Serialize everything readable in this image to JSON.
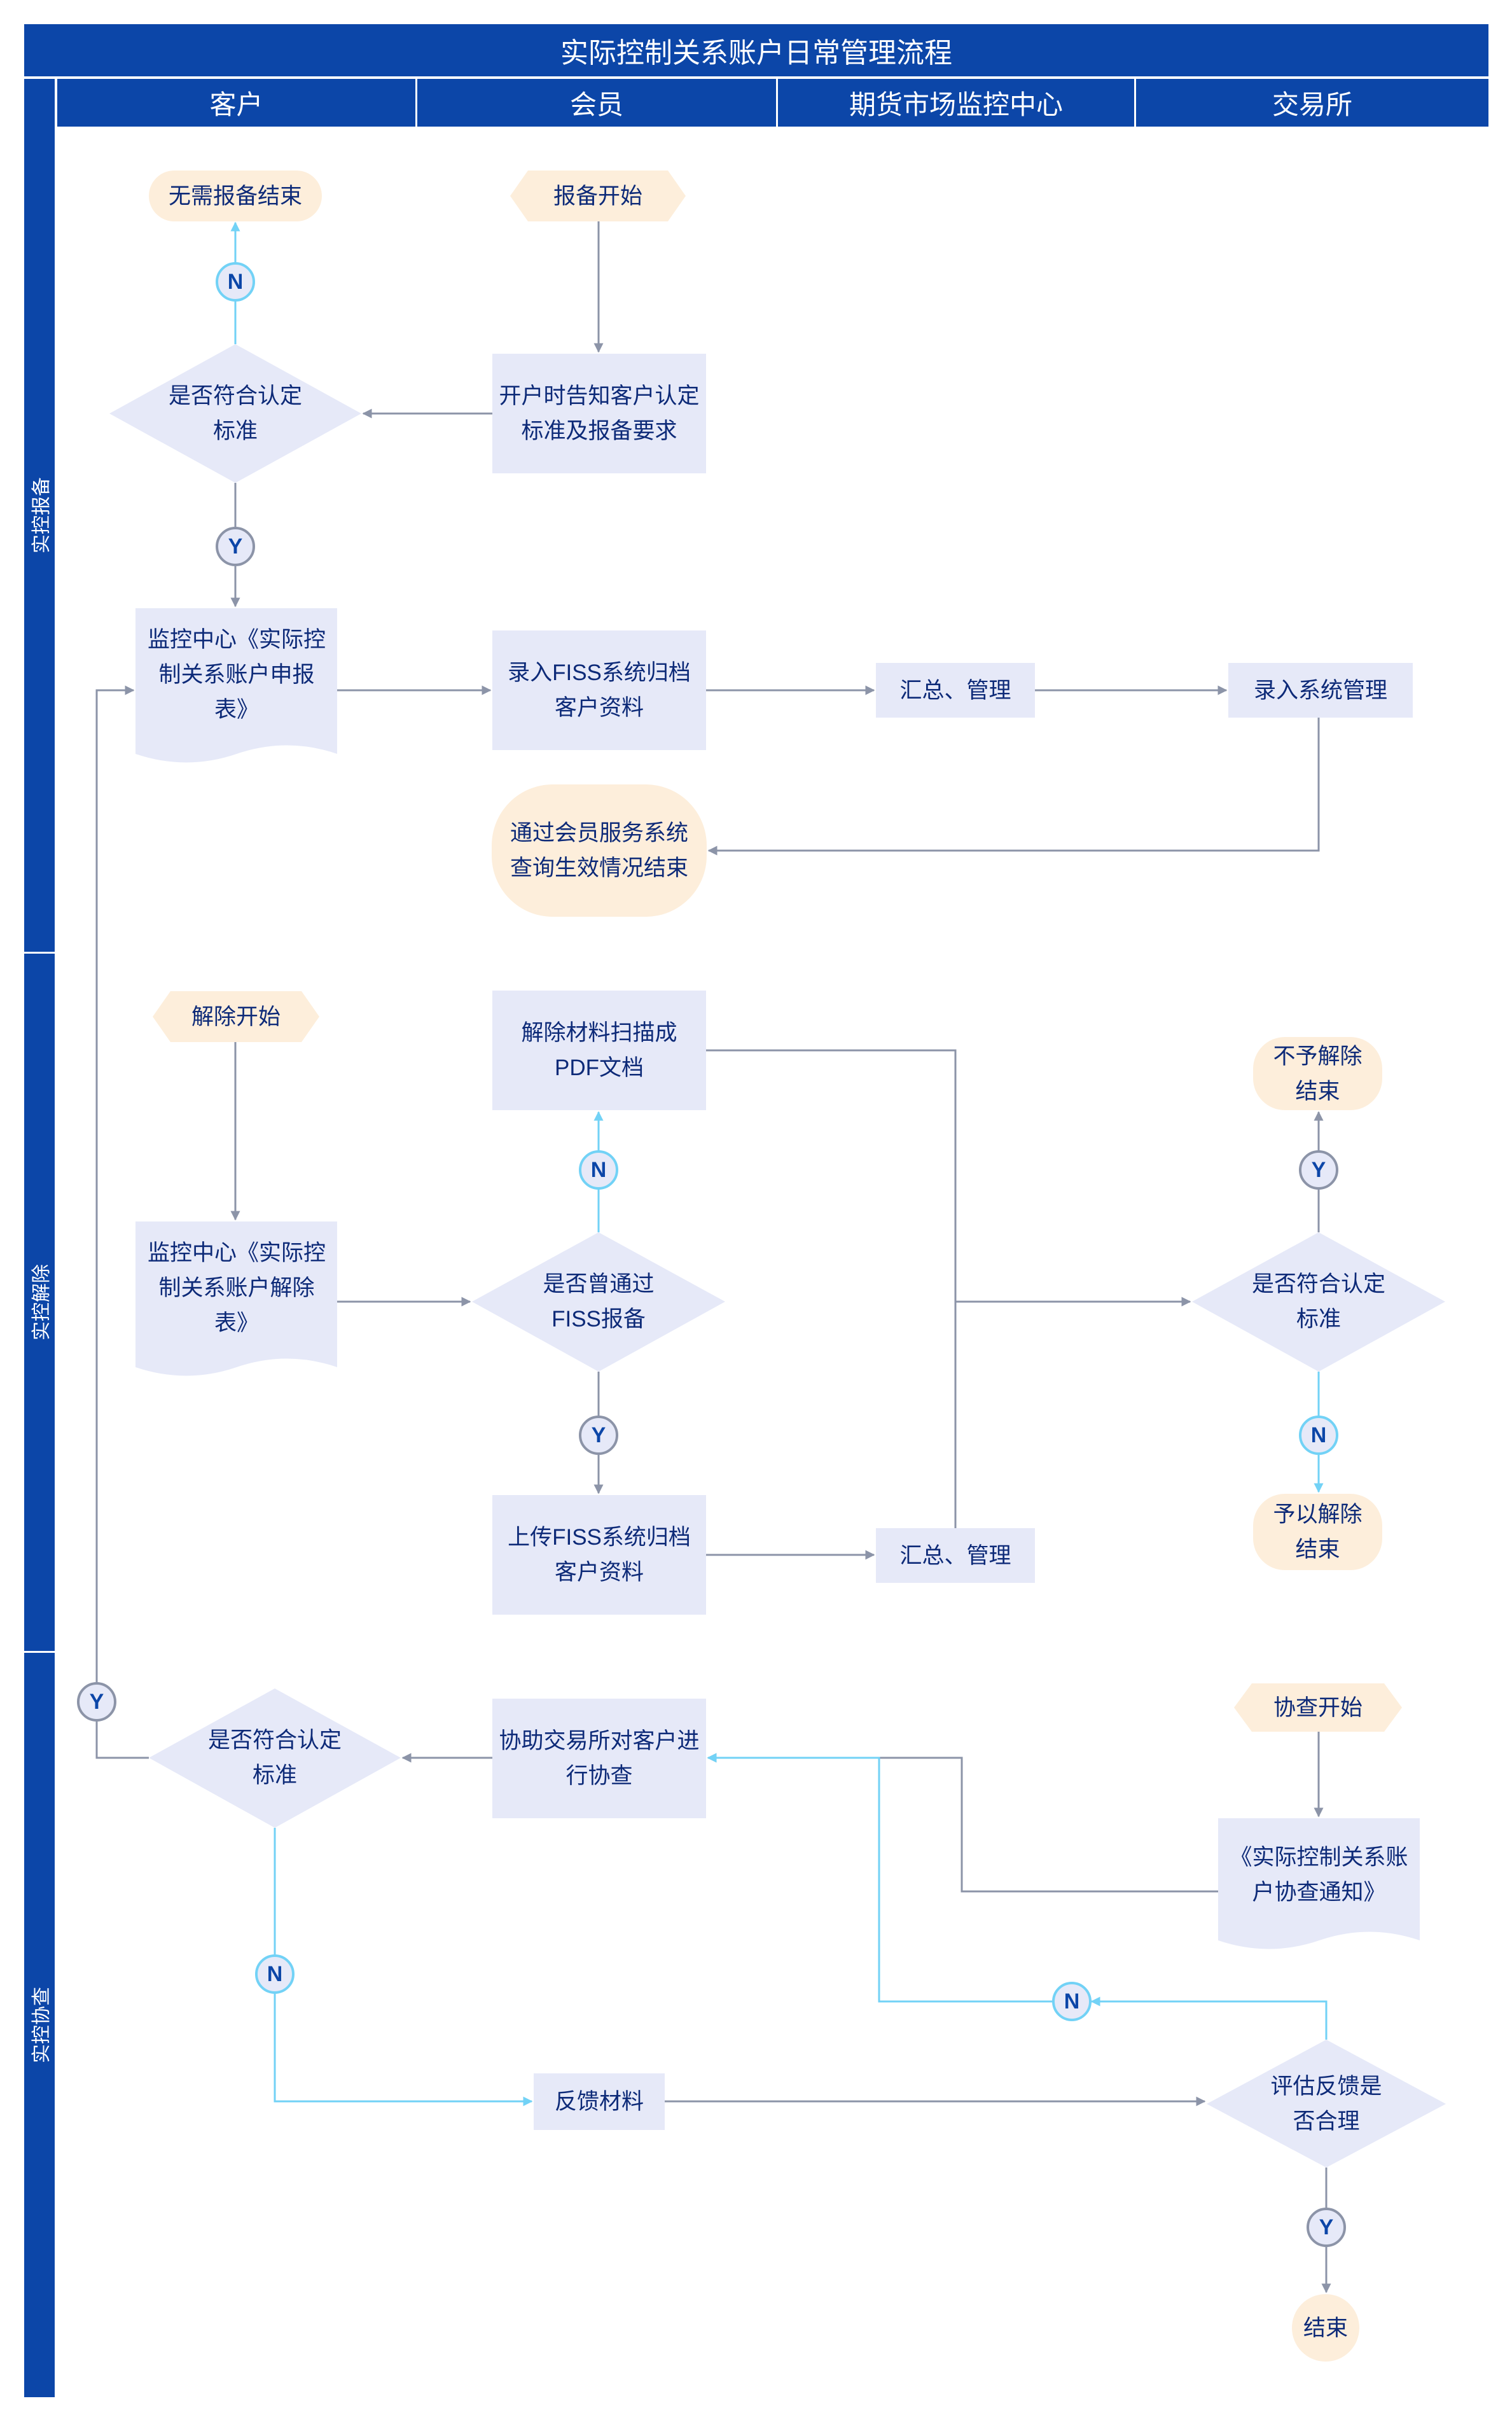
{
  "title": "实际控制关系账户日常管理流程",
  "columns": [
    "客户",
    "会员",
    "期货市场监控中心",
    "交易所"
  ],
  "lanes": [
    "实控报备",
    "实控解除",
    "实控协查"
  ],
  "colors": {
    "header": "#0c46a8",
    "process_fill": "#e6e9f8",
    "terminal_fill": "#fdeedb",
    "line_gray": "#8c94a8",
    "line_blue": "#72d2f6",
    "text": "#0d2a78"
  },
  "nodes": {
    "no_report_end": "无需报备结束",
    "report_start": "报备开始",
    "meets_standard_1": "是否符合认定标准",
    "inform_standard": "开户时告知客户认定标准及报备要求",
    "monitor_apply_form": "监控中心《实际控制关系账户申报表》",
    "enter_fiss_archive": "录入FISS系统归档客户资料",
    "aggregate_manage_1": "汇总、管理",
    "enter_system_manage": "录入系统管理",
    "query_effect_end": "通过会员服务系统查询生效情况结束",
    "release_start": "解除开始",
    "scan_pdf": "解除材料扫描成PDF文档",
    "not_release_end": "不予解除结束",
    "monitor_release_form": "监控中心《实际控制关系账户解除表》",
    "passed_fiss": "是否曾通过FISS报备",
    "meets_standard_2": "是否符合认定标准",
    "upload_fiss_archive": "上传FISS系统归档客户资料",
    "aggregate_manage_2": "汇总、管理",
    "release_end": "予以解除结束",
    "inquiry_start": "协查开始",
    "assist_inquiry": "协助交易所对客户进行协查",
    "meets_standard_3": "是否符合认定标准",
    "inquiry_notice": "《实际控制关系账户协查通知》",
    "feedback_material": "反馈材料",
    "evaluate_feedback": "评估反馈是否合理",
    "end": "结束"
  },
  "markers": {
    "yes": "Y",
    "no": "N"
  }
}
